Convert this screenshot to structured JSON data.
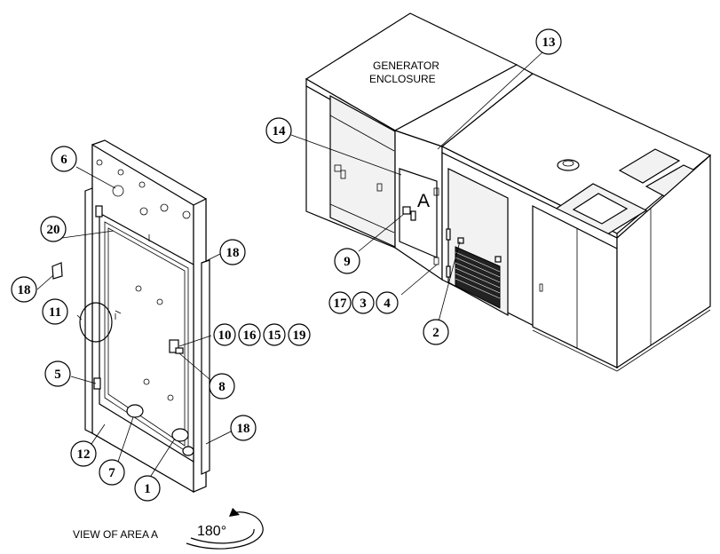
{
  "labels": {
    "generator_line1": "GENERATOR",
    "generator_line2": "ENCLOSURE",
    "door_letter": "A",
    "view_caption": "VIEW OF AREA  A",
    "rotation": "180°"
  },
  "callouts": {
    "c1": "1",
    "c2": "2",
    "c3": "3",
    "c4": "4",
    "c5": "5",
    "c6": "6",
    "c7": "7",
    "c8": "8",
    "c9": "9",
    "c10": "10",
    "c11": "11",
    "c12": "12",
    "c13": "13",
    "c14": "14",
    "c15": "15",
    "c16": "16",
    "c17": "17",
    "c18a": "18",
    "c18b": "18",
    "c18c": "18",
    "c19": "19",
    "c20": "20"
  },
  "colors": {
    "line": "#000000",
    "background": "#ffffff"
  }
}
